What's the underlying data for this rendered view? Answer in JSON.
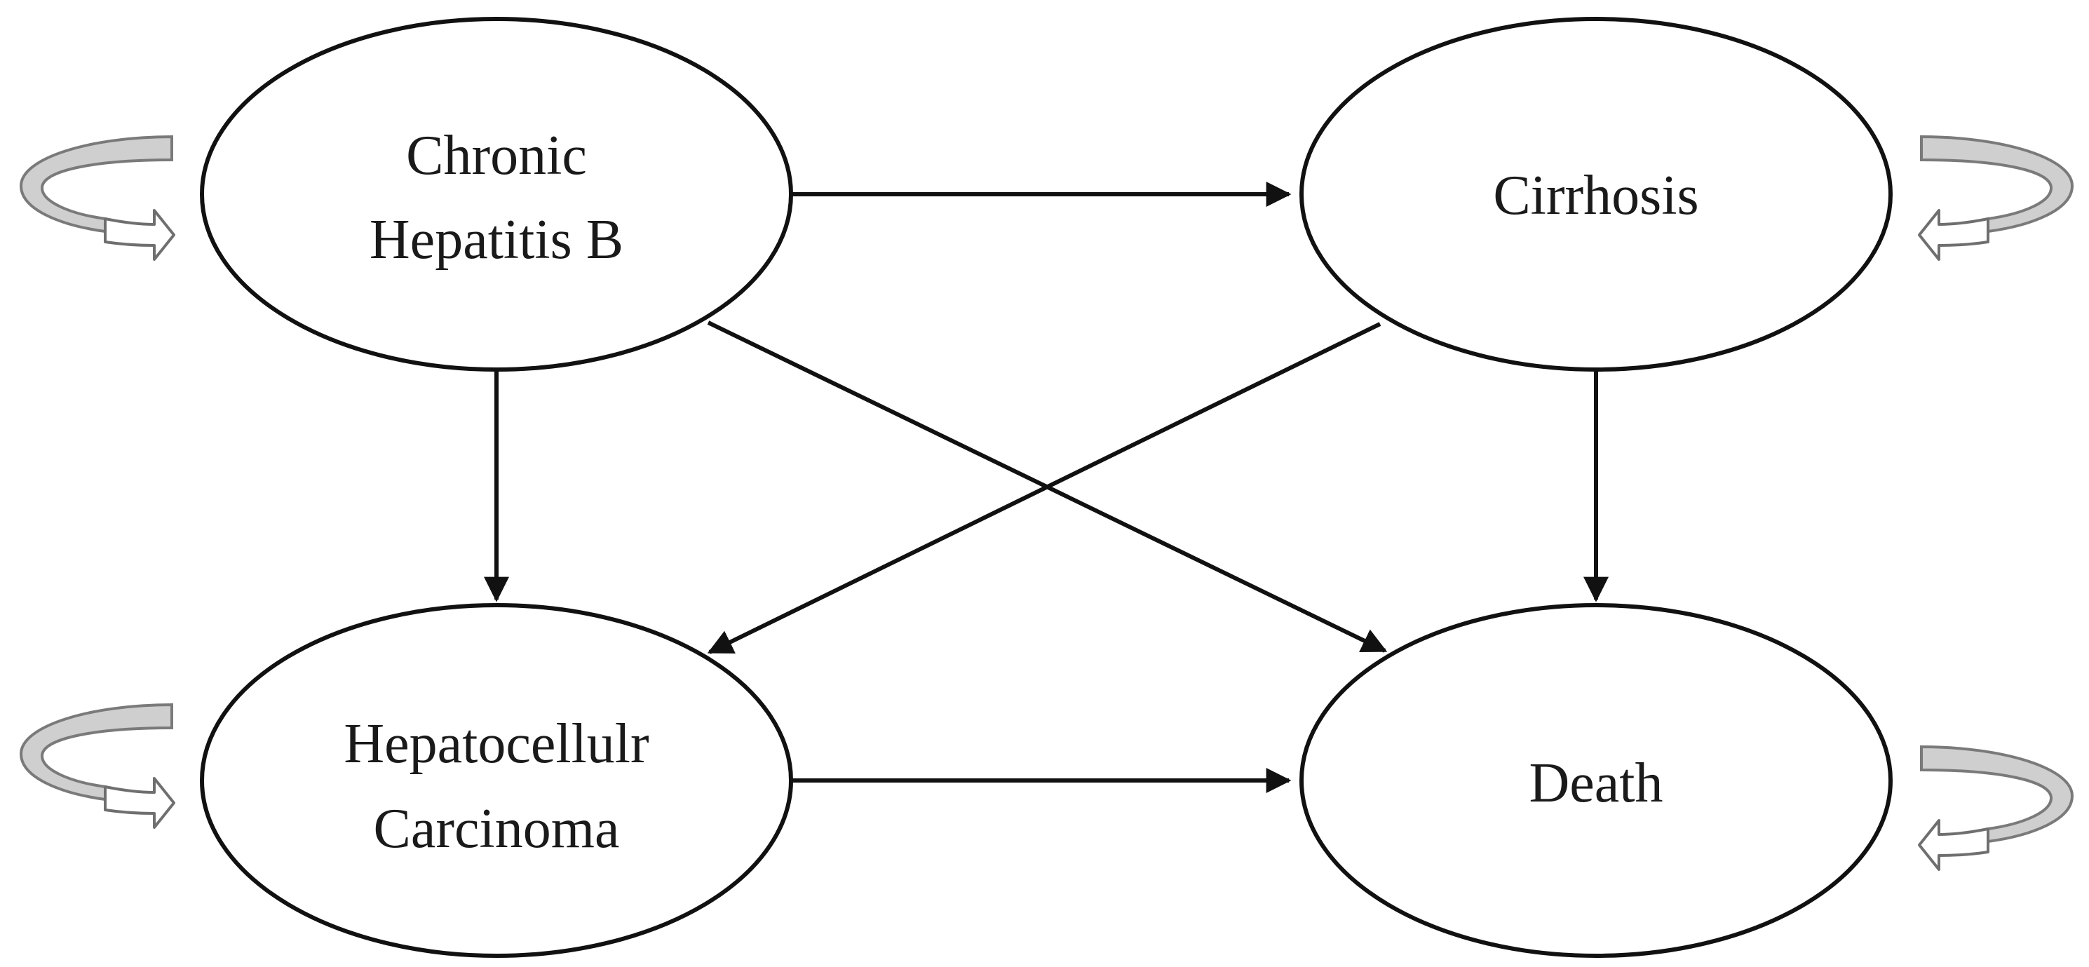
{
  "nodes": {
    "chb": {
      "line1": "Chronic",
      "line2": "Hepatitis B"
    },
    "cirrhosis": {
      "line1": "Cirrhosis"
    },
    "hcc": {
      "line1": "Hepatocellulr",
      "line2": "Carcinoma"
    },
    "death": {
      "line1": "Death"
    }
  },
  "edges": [
    {
      "from": "Chronic Hepatitis B",
      "to": "Cirrhosis"
    },
    {
      "from": "Chronic Hepatitis B",
      "to": "Hepatocellulr Carcinoma"
    },
    {
      "from": "Chronic Hepatitis B",
      "to": "Death"
    },
    {
      "from": "Cirrhosis",
      "to": "Hepatocellulr Carcinoma"
    },
    {
      "from": "Cirrhosis",
      "to": "Death"
    },
    {
      "from": "Hepatocellulr Carcinoma",
      "to": "Death"
    }
  ],
  "self_loops": [
    "Chronic Hepatitis B",
    "Cirrhosis",
    "Hepatocellulr Carcinoma",
    "Death"
  ],
  "colors": {
    "line": "#111111",
    "loop_fill": "#cfcfcf",
    "loop_outline": "#7a7a7a"
  }
}
